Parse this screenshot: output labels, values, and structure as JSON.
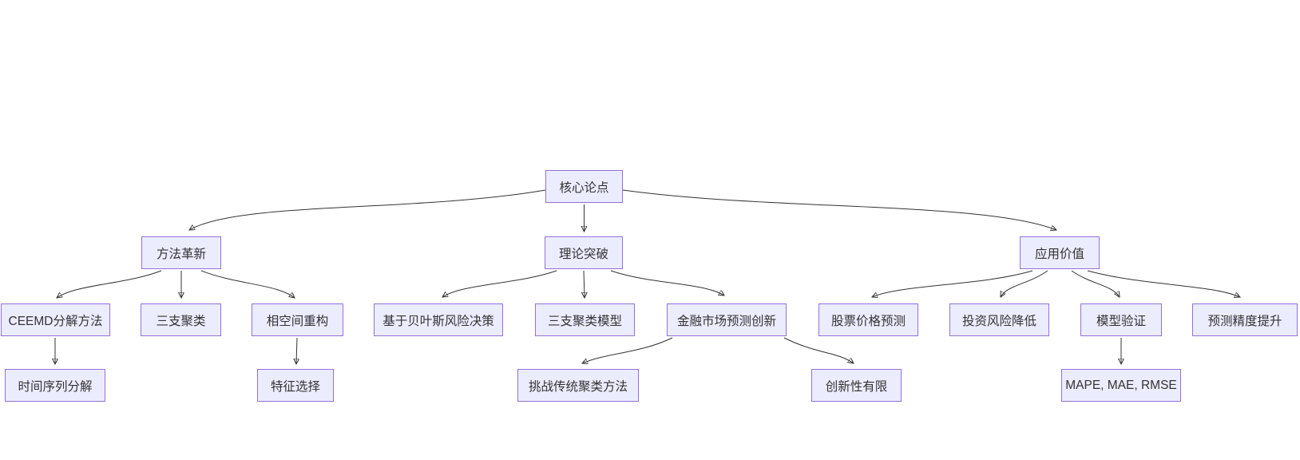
{
  "diagram": {
    "type": "flowchart-top-down",
    "colors": {
      "background": "#ffffff",
      "node_fill": "#ECECFF",
      "node_border": "#9370DB",
      "edge": "#333333",
      "text": "#333333"
    },
    "nodes": [
      {
        "id": "core",
        "label": "核心论点"
      },
      {
        "id": "method",
        "label": "方法革新"
      },
      {
        "id": "theory",
        "label": "理论突破"
      },
      {
        "id": "application",
        "label": "应用价值"
      },
      {
        "id": "ceemd",
        "label": "CEEMD分解方法"
      },
      {
        "id": "threeway",
        "label": "三支聚类"
      },
      {
        "id": "phase",
        "label": "相空间重构"
      },
      {
        "id": "bayes",
        "label": "基于贝叶斯风险决策"
      },
      {
        "id": "threemodel",
        "label": "三支聚类模型"
      },
      {
        "id": "finance",
        "label": "金融市场预测创新"
      },
      {
        "id": "stock",
        "label": "股票价格预测"
      },
      {
        "id": "risk",
        "label": "投资风险降低"
      },
      {
        "id": "model",
        "label": "模型验证"
      },
      {
        "id": "precision",
        "label": "预测精度提升"
      },
      {
        "id": "timeseries",
        "label": "时间序列分解"
      },
      {
        "id": "feature",
        "label": "特征选择"
      },
      {
        "id": "challenge",
        "label": "挑战传统聚类方法"
      },
      {
        "id": "limited",
        "label": "创新性有限"
      },
      {
        "id": "metrics",
        "label": "MAPE, MAE, RMSE"
      }
    ],
    "edges": [
      {
        "from": "core",
        "to": "method"
      },
      {
        "from": "core",
        "to": "theory"
      },
      {
        "from": "core",
        "to": "application"
      },
      {
        "from": "method",
        "to": "ceemd"
      },
      {
        "from": "method",
        "to": "threeway"
      },
      {
        "from": "method",
        "to": "phase"
      },
      {
        "from": "theory",
        "to": "bayes"
      },
      {
        "from": "theory",
        "to": "threemodel"
      },
      {
        "from": "theory",
        "to": "finance"
      },
      {
        "from": "application",
        "to": "stock"
      },
      {
        "from": "application",
        "to": "risk"
      },
      {
        "from": "application",
        "to": "model"
      },
      {
        "from": "application",
        "to": "precision"
      },
      {
        "from": "ceemd",
        "to": "timeseries"
      },
      {
        "from": "phase",
        "to": "feature"
      },
      {
        "from": "finance",
        "to": "challenge"
      },
      {
        "from": "finance",
        "to": "limited"
      },
      {
        "from": "model",
        "to": "metrics"
      }
    ]
  }
}
